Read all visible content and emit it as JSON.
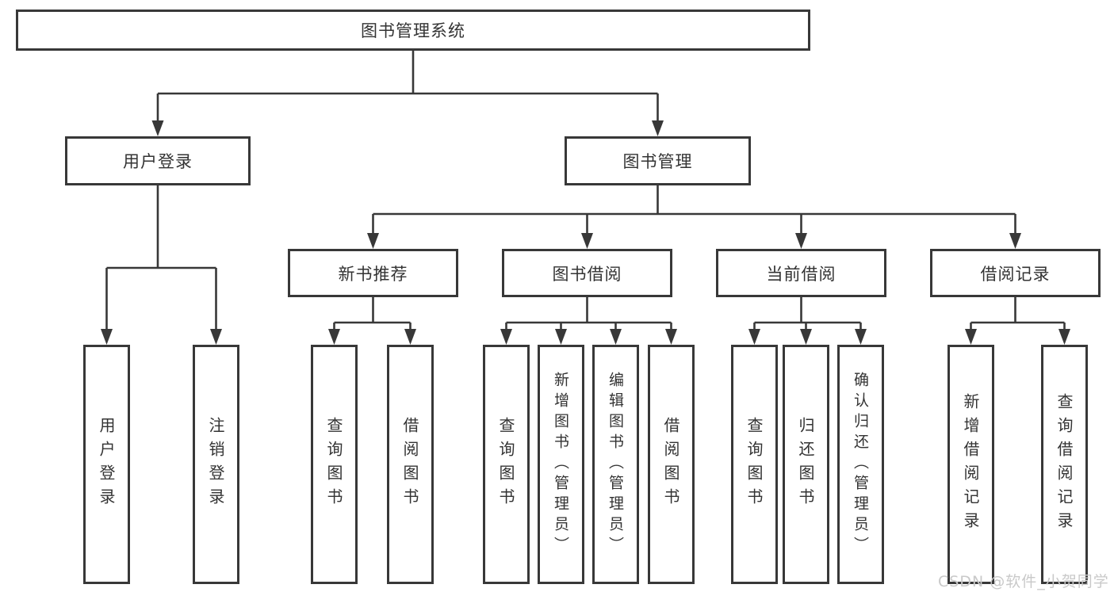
{
  "diagram": {
    "root": "图书管理系统",
    "level2": [
      "用户登录",
      "图书管理"
    ],
    "level3": [
      "新书推荐",
      "图书借阅",
      "当前借阅",
      "借阅记录"
    ],
    "user_login_children": [
      "用户登录",
      "注销登录"
    ],
    "new_book_children": [
      "查询图书",
      "借阅图书"
    ],
    "book_borrow_children": [
      "查询图书",
      "新增图书（管理员）",
      "编辑图书（管理员）",
      "借阅图书"
    ],
    "current_borrow_children": [
      "查询图书",
      "归还图书",
      "确认归还（管理员）"
    ],
    "borrow_record_children": [
      "新增借阅记录",
      "查询借阅记录"
    ]
  },
  "watermark": "CSDN @软件_小贺同学",
  "colors": {
    "line": "#383838",
    "text": "#333333",
    "watermark": "#c9c9c9",
    "background": "#ffffff"
  }
}
